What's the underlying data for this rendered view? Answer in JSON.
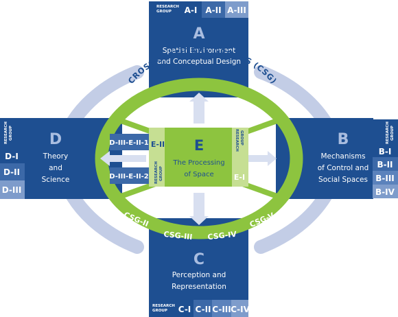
{
  "colors": {
    "dark_blue": "#1e4f91",
    "mid_blue": "#3c69a8",
    "light_blue": "#7e9ccb",
    "pale_blue": "#c3cde6",
    "green": "#8dc43f",
    "light_green": "#c6df93",
    "arrow_grey": "#d8dff0"
  },
  "research_group_label": "RESEARCH GROUP",
  "csg_title": "CROSS SECTIONAL GROUPS (CSG)",
  "areas": {
    "A": {
      "letter": "A",
      "line1": "Spatial Environment",
      "line2": "and Conceptual Design",
      "groups": [
        "A-I",
        "A-II",
        "A-III"
      ]
    },
    "B": {
      "letter": "B",
      "line1": "Mechanisms",
      "line2": "of Control and",
      "line3": "Social Spaces",
      "groups": [
        "B-I",
        "B-II",
        "B-III",
        "B-IV"
      ]
    },
    "C": {
      "letter": "C",
      "line1": "Perception and",
      "line2": "Representation",
      "groups": [
        "C-I",
        "C-II",
        "C-III",
        "C-IV"
      ]
    },
    "D": {
      "letter": "D",
      "line1": "Theory",
      "line2": "and",
      "line3": "Science",
      "groups": [
        "D-I",
        "D-II",
        "D-III"
      ]
    },
    "E": {
      "letter": "E",
      "line1": "The Processing",
      "line2": "of Space",
      "groups": [
        "E-I",
        "E-II"
      ],
      "subgroups": [
        "D-III-E-II-1",
        "D-III-E-II-2"
      ]
    }
  },
  "csg_groups": [
    "CSG-II",
    "CSG-III",
    "CSG-IV",
    "CSG-V"
  ]
}
